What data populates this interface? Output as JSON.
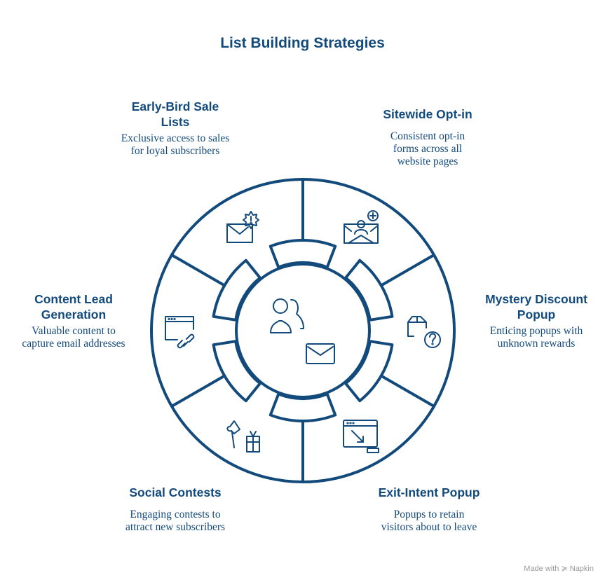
{
  "title": "List Building Strategies",
  "center": {
    "icons": [
      "users-icon",
      "envelope-icon"
    ]
  },
  "strategies": [
    {
      "title": "Early-Bird Sale Lists",
      "description": "Exclusive access to sales for loyal subscribers",
      "icon": "envelope-alert-icon"
    },
    {
      "title": "Sitewide Opt-in",
      "description": "Consistent opt-in forms across all website pages",
      "icon": "envelope-add-user-icon"
    },
    {
      "title": "Mystery Discount Popup",
      "description": "Enticing popups with unknown rewards",
      "icon": "box-question-icon"
    },
    {
      "title": "Exit-Intent Popup",
      "description": "Popups to retain visitors about to leave",
      "icon": "window-exit-icon"
    },
    {
      "title": "Social Contests",
      "description": "Engaging contests to attract new subscribers",
      "icon": "megaphone-gift-icon"
    },
    {
      "title": "Content Lead Generation",
      "description": "Valuable content to capture email addresses",
      "icon": "window-link-icon"
    }
  ],
  "footer": "Made with ≽ Napkin",
  "colors": {
    "primary": "#134a7c"
  }
}
